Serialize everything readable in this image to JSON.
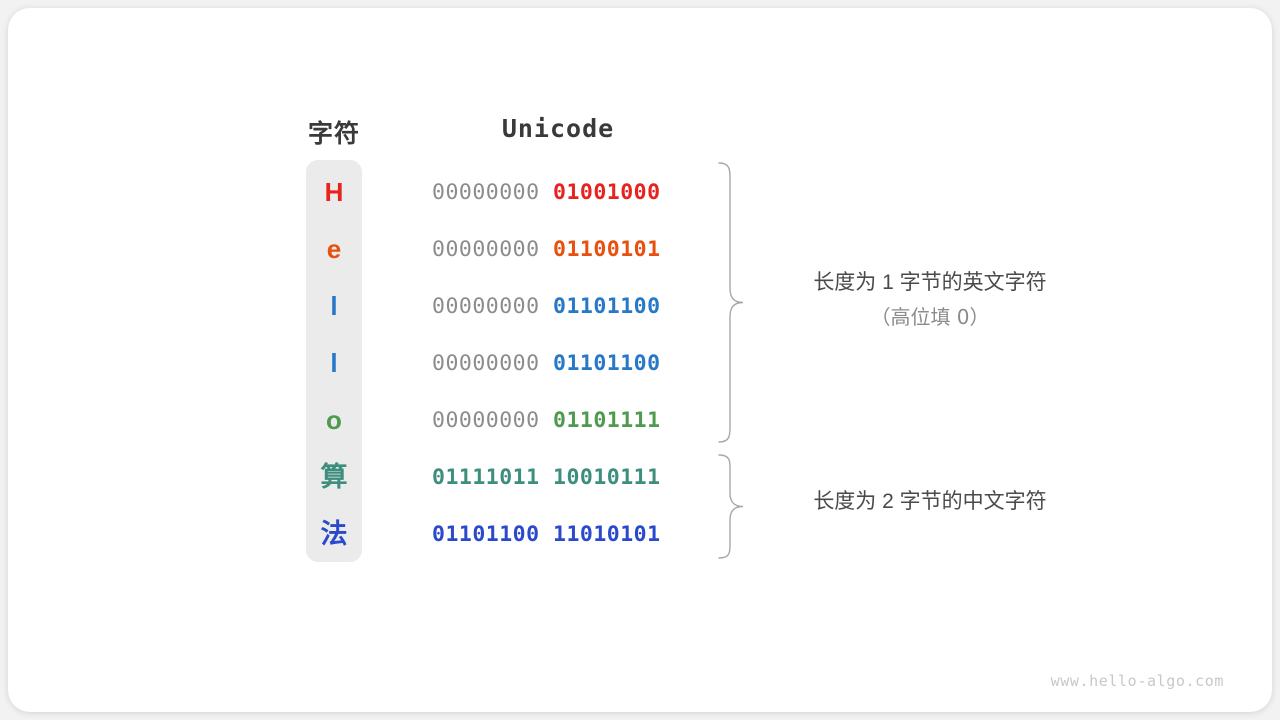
{
  "watermark": "www.hello-algo.com",
  "headers": {
    "char": "字符",
    "unicode": "Unicode"
  },
  "colors": {
    "card_bg": "#ffffff",
    "page_bg": "#f2f2f2",
    "char_col_bg": "#ebebeb",
    "high_byte_gray": "#8c8c8c",
    "brace_gray": "#a8a8a8",
    "header_text": "#3a3a3a",
    "anno_primary": "#4a4a4a",
    "anno_secondary": "#8c8c8c",
    "watermark": "#c8c8c8"
  },
  "rows": [
    {
      "char": "H",
      "color": "#e8231f",
      "high": "00000000",
      "low": "01001000",
      "high_bold": false,
      "cjk": false
    },
    {
      "char": "e",
      "color": "#e8500f",
      "high": "00000000",
      "low": "01100101",
      "high_bold": false,
      "cjk": false
    },
    {
      "char": "l",
      "color": "#2878c8",
      "high": "00000000",
      "low": "01101100",
      "high_bold": false,
      "cjk": false
    },
    {
      "char": "l",
      "color": "#2878c8",
      "high": "00000000",
      "low": "01101100",
      "high_bold": false,
      "cjk": false
    },
    {
      "char": "o",
      "color": "#4e9a4e",
      "high": "00000000",
      "low": "01101111",
      "high_bold": false,
      "cjk": false
    },
    {
      "char": "算",
      "color": "#3e8e7e",
      "high": "01111011",
      "low": "10010111",
      "high_bold": true,
      "cjk": true
    },
    {
      "char": "法",
      "color": "#2b4acb",
      "high": "01101100",
      "low": "11010101",
      "high_bold": true,
      "cjk": true
    }
  ],
  "annotations": [
    {
      "line1": "长度为 1 字节的英文字符",
      "line2": "（高位填 0）"
    },
    {
      "line1": "长度为 2 字节的中文字符",
      "line2": ""
    }
  ]
}
